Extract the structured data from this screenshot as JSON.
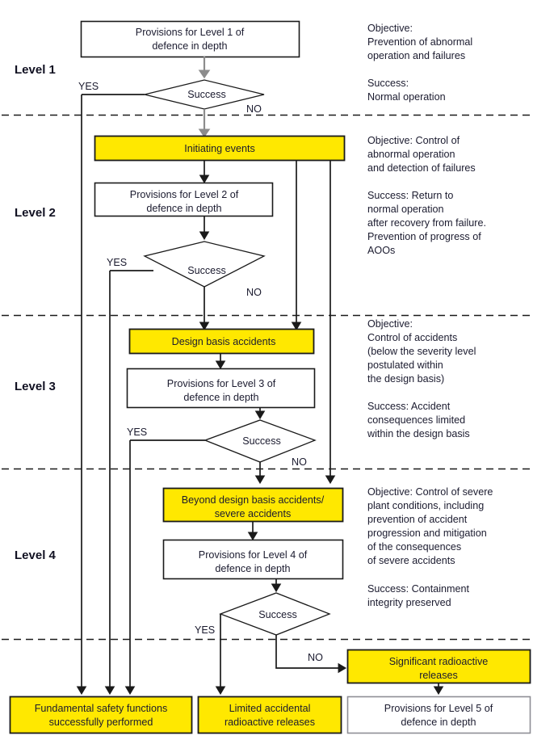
{
  "diagram": {
    "title": "Defence in depth levels flowchart",
    "colors": {
      "highlight": "#ffe800",
      "box_border": "#1a1a1a",
      "text": "#1b1b2f",
      "grey_border": "#8e8e95"
    },
    "level_labels": [
      {
        "id": "level-1",
        "label": "Level 1"
      },
      {
        "id": "level-2",
        "label": "Level 2"
      },
      {
        "id": "level-3",
        "label": "Level 3"
      },
      {
        "id": "level-4",
        "label": "Level 4"
      }
    ],
    "boxes": {
      "provisions_l1_line1": "Provisions for Level 1 of",
      "provisions_l1_line2": "defence in depth",
      "initiating_events": "Initiating events",
      "provisions_l2_line1": "Provisions for Level 2 of",
      "provisions_l2_line2": "defence in depth",
      "design_basis_accidents": "Design basis accidents",
      "provisions_l3_line1": "Provisions for Level 3 of",
      "provisions_l3_line2": "defence in depth",
      "beyond_dba_line1": "Beyond design basis accidents/",
      "beyond_dba_line2": "severe accidents",
      "provisions_l4_line1": "Provisions for Level 4 of",
      "provisions_l4_line2": "defence in depth",
      "significant_releases_line1": "Significant radioactive",
      "significant_releases_line2": "releases",
      "fundamental_line1": "Fundamental safety functions",
      "fundamental_line2": "successfully performed",
      "limited_line1": "Limited accidental",
      "limited_line2": "radioactive releases",
      "provisions_l5_line1": "Provisions for Level 5 of",
      "provisions_l5_line2": "defence in depth"
    },
    "decisions": {
      "success_1": "Success",
      "success_2": "Success",
      "success_3": "Success",
      "success_4": "Success"
    },
    "edge_labels": {
      "yes_1": "YES",
      "no_1": "NO",
      "yes_2": "YES",
      "no_2": "NO",
      "yes_3": "YES",
      "no_3": "NO",
      "yes_4": "YES",
      "no_4": "NO"
    },
    "annotations": {
      "level1": [
        "Objective:",
        "Prevention of abnormal",
        "operation and failures",
        "",
        "Success:",
        "Normal operation"
      ],
      "level2": [
        "Objective: Control of",
        "abnormal operation",
        "and detection of failures",
        "",
        "Success: Return to",
        "normal operation",
        "after recovery from failure.",
        "Prevention of progress of",
        "AOOs"
      ],
      "level3": [
        "Objective:",
        "Control of accidents",
        "(below the severity level",
        "postulated within",
        "the design basis)",
        "",
        "Success: Accident",
        "consequences limited",
        "within the design basis"
      ],
      "level4": [
        "Objective: Control of severe",
        "plant conditions, including",
        "prevention of accident",
        "progression and mitigation",
        "of the consequences",
        "of severe accidents",
        "",
        "Success: Containment",
        "integrity preserved"
      ]
    }
  }
}
